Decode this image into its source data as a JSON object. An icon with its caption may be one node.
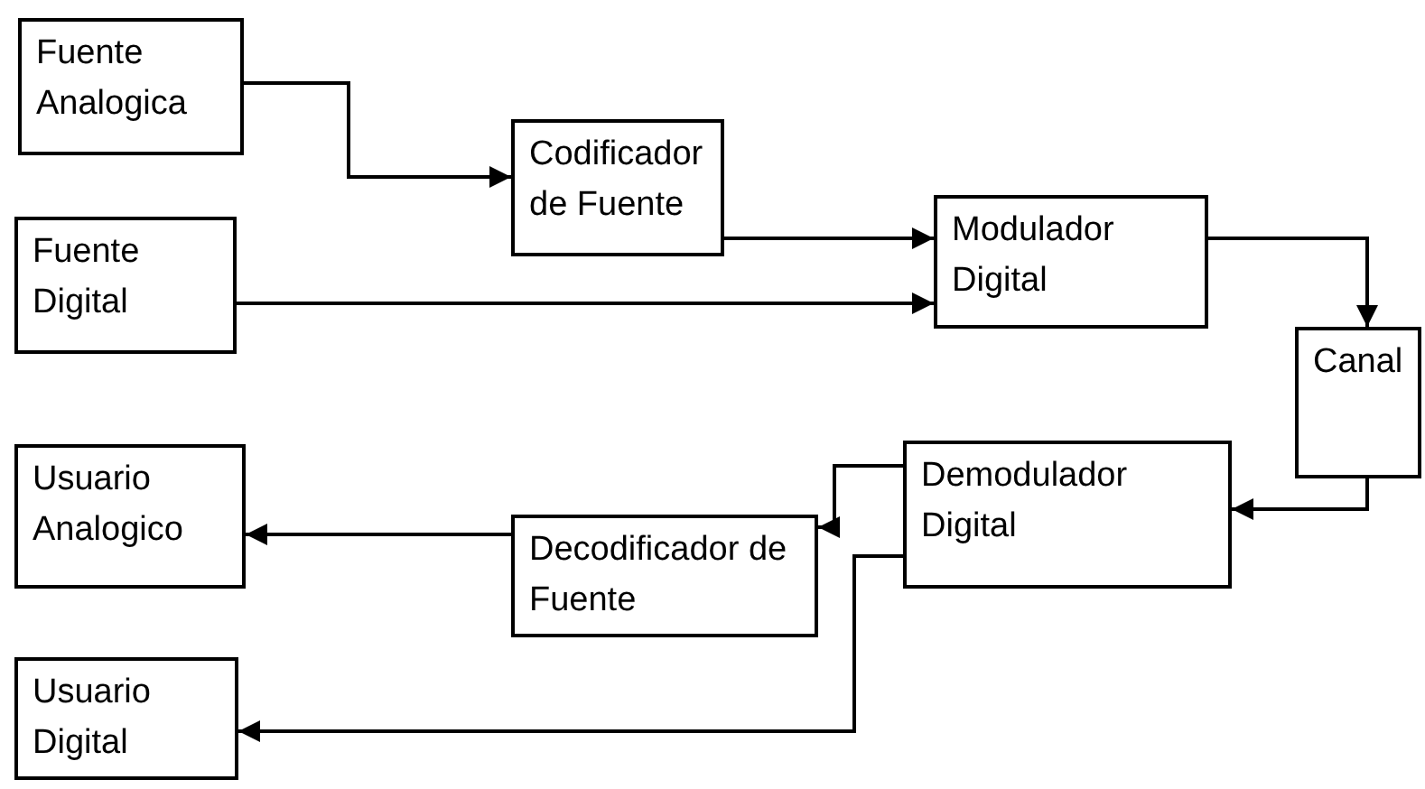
{
  "diagram": {
    "nodes": [
      {
        "text": [
          "Fuente Analogica"
        ]
      },
      {
        "text": [
          "Codificador de Fuente"
        ]
      },
      {
        "text": [
          "Fuente Digital"
        ]
      },
      {
        "text": [
          "Modulador Digital"
        ]
      },
      {
        "text": [
          "Canal"
        ]
      },
      {
        "text": [
          "Demodulador Digital"
        ]
      },
      {
        "text": [
          "Usuario Analogico"
        ]
      },
      {
        "text": [
          "Decodificador de Fuente"
        ]
      },
      {
        "text": [
          "Usuario Digital"
        ]
      }
    ],
    "edges": [
      {
        "from": 0,
        "to": 1,
        "arrow": "to"
      },
      {
        "from": 1,
        "to": 3,
        "arrow": "to"
      },
      {
        "from": 2,
        "to": 3,
        "arrow": "to"
      },
      {
        "from": 3,
        "to": 4,
        "arrow": "to"
      },
      {
        "from": 4,
        "to": 5,
        "arrow": "to"
      },
      {
        "from": 5,
        "to": 7,
        "arrow": "to"
      },
      {
        "from": 7,
        "to": 6,
        "arrow": "to"
      },
      {
        "from": 5,
        "to": 8,
        "arrow": "to"
      }
    ]
  }
}
